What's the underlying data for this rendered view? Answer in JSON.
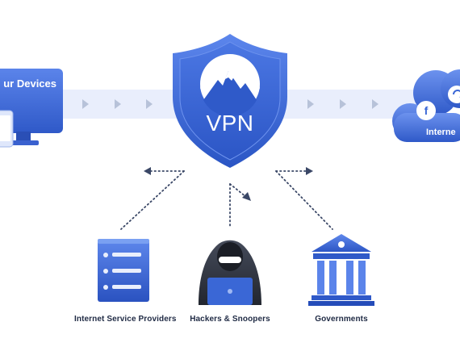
{
  "devices": {
    "label": "ur Devices"
  },
  "vpn": {
    "label": "VPN"
  },
  "internet": {
    "label": "Interne",
    "social_letter": "f"
  },
  "bottom": {
    "isp_label": "Internet Service Providers",
    "hackers_label": "Hackers & Snoopers",
    "governments_label": "Governments"
  },
  "colors": {
    "primary_blue": "#3a67d6",
    "dark_blue": "#1f47b3",
    "light_blue": "#6f95ee",
    "tunnel": "#e9eefc",
    "arrow": "#b7c2d9",
    "text_dark": "#1f2a44",
    "hacker_dark": "#2b2f3a"
  }
}
